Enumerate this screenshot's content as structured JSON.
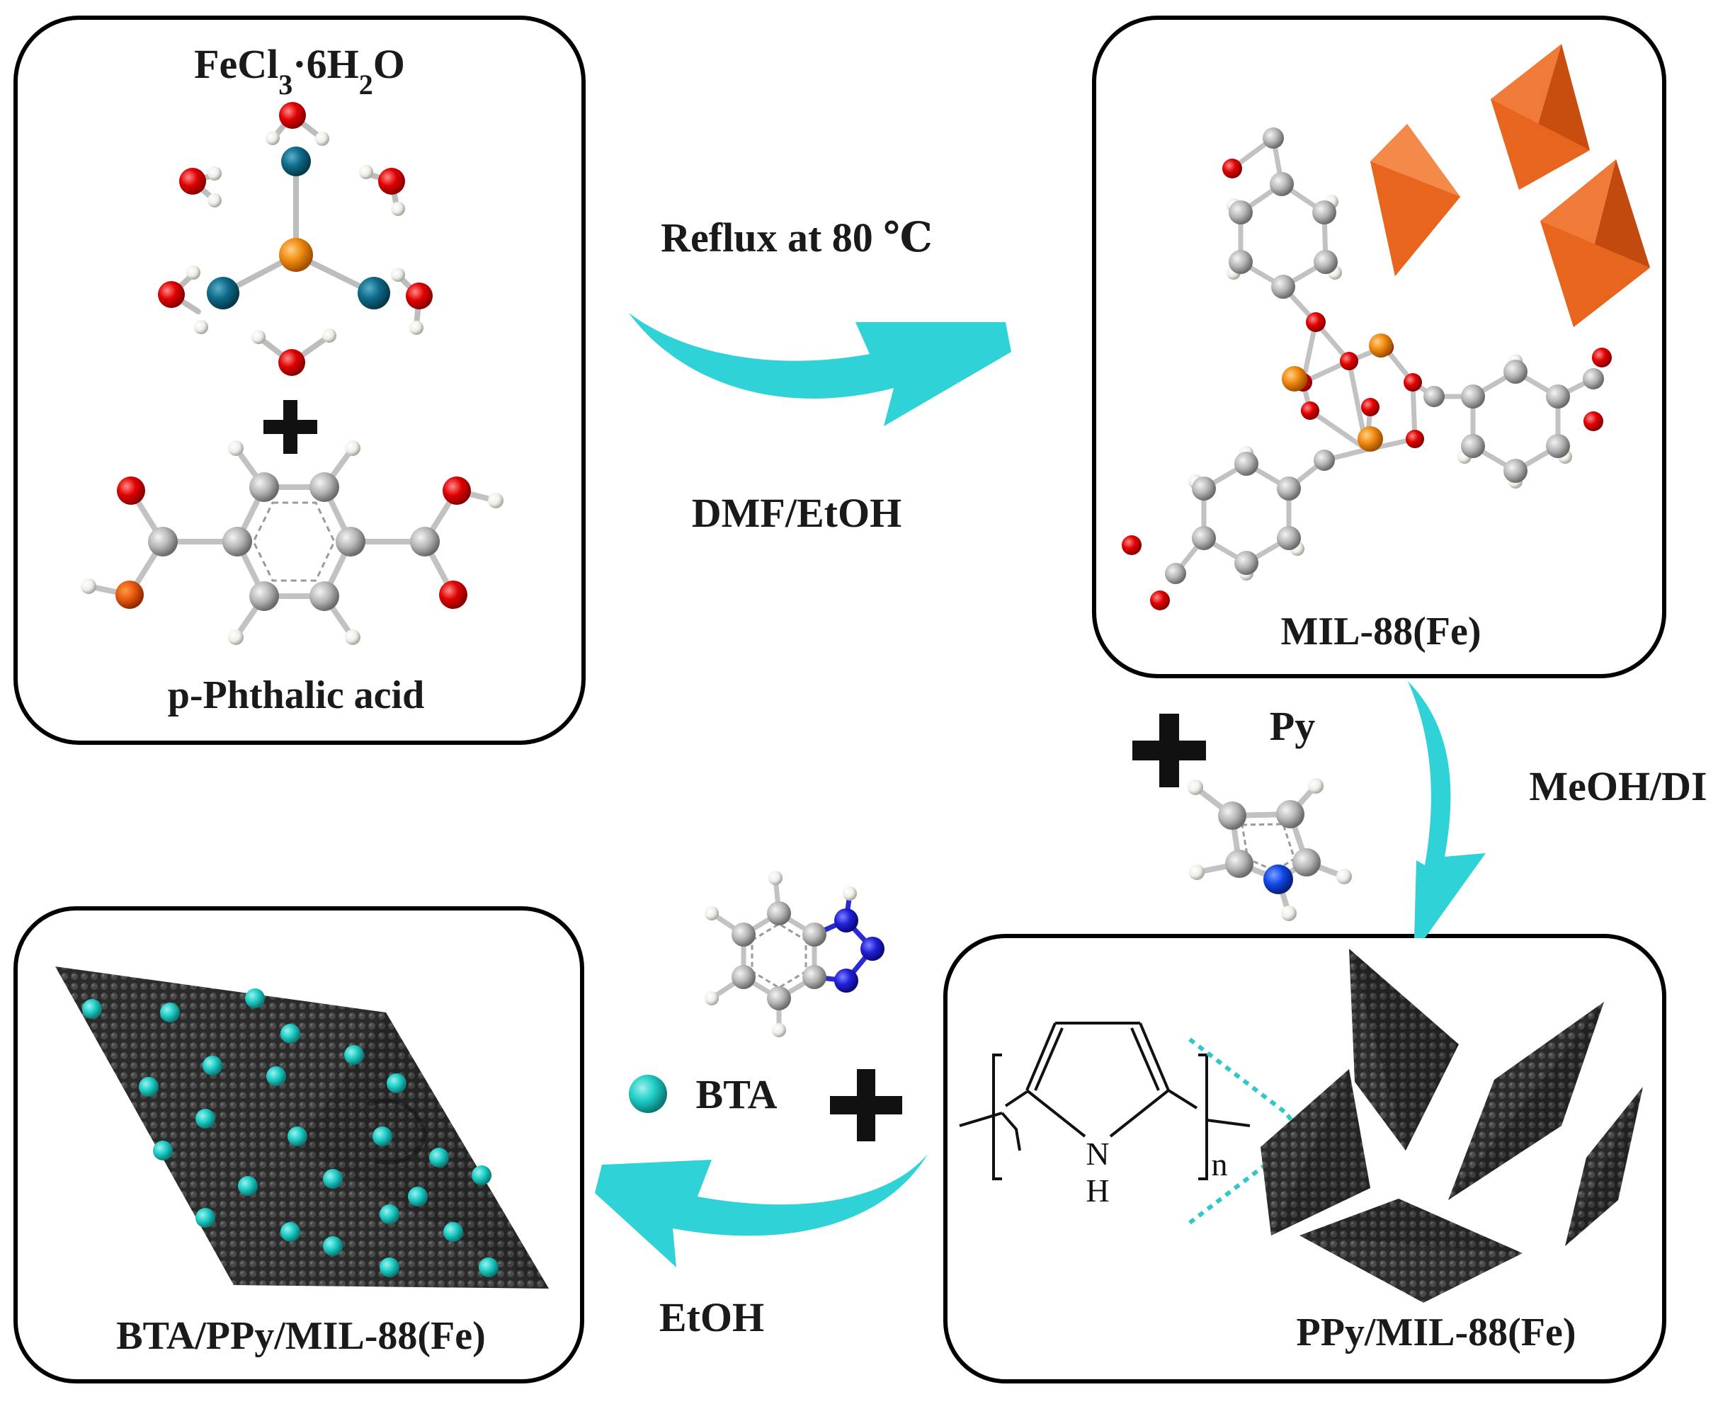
{
  "colors": {
    "arrow": "#2fd2d6",
    "oxygen": "#e00000",
    "iron": "#f08a10",
    "chlorine": "#0e6a8a",
    "carbon": "#b4b4b4",
    "hydrogen": "#f2f2f2",
    "nitrogen_py": "#1247e6",
    "nitrogen_bta": "#2020d8",
    "octahedron": "#e8651e",
    "ppy_crystal": "#2c2c2c",
    "bta_dot": "#20cfc8"
  },
  "reactants": {
    "salt_prefix": "FeCl",
    "salt_sub1": "3",
    "salt_mid": "·6H",
    "salt_sub2": "2",
    "salt_suffix": "O",
    "acid": "p-Phthalic acid"
  },
  "step1": {
    "condition": "Reflux at 80 ℃",
    "solvent": "DMF/EtOH"
  },
  "mof": {
    "label": "MIL-88(Fe)"
  },
  "step2": {
    "reagent": "Py",
    "solvent": "MeOH/DI"
  },
  "ppy": {
    "label": "PPy/MIL-88(Fe)",
    "atom_n": "N",
    "atom_h": "H",
    "subscript": "n"
  },
  "step3": {
    "reagent": "BTA",
    "solvent": "EtOH"
  },
  "product": {
    "label": "BTA/PPy/MIL-88(Fe)"
  }
}
